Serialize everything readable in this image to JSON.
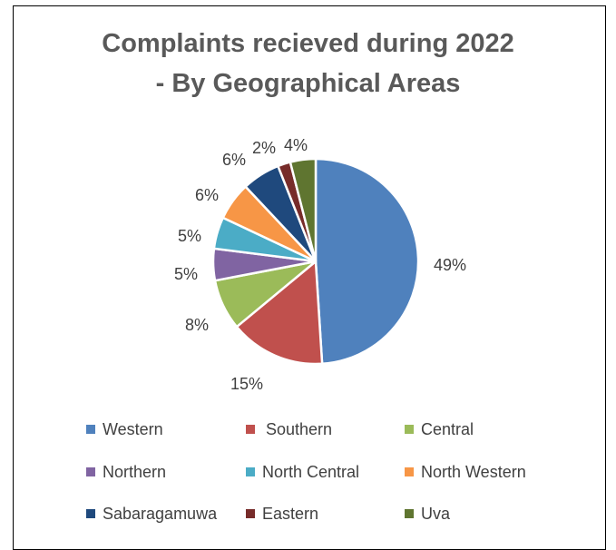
{
  "chart_data": {
    "type": "pie",
    "title_lines": [
      "Complaints recieved during 2022",
      "- By Geographical Areas"
    ],
    "categories": [
      "Western",
      "Southern",
      "Central",
      "Northern",
      "North Central",
      "North Western",
      "Sabaragamuwa",
      "Eastern",
      "Uva"
    ],
    "values": [
      49,
      15,
      8,
      5,
      5,
      6,
      6,
      2,
      4
    ],
    "labels": [
      "49%",
      "15%",
      "8%",
      "5%",
      "5%",
      "6%",
      "6%",
      "2%",
      "4%"
    ],
    "colors": [
      "#4F81BD",
      "#C0504D",
      "#9BBB59",
      "#8064A2",
      "#4BACC6",
      "#F79646",
      "#1F497D",
      "#772C2A",
      "#5F7530"
    ],
    "legend_position": "bottom"
  }
}
